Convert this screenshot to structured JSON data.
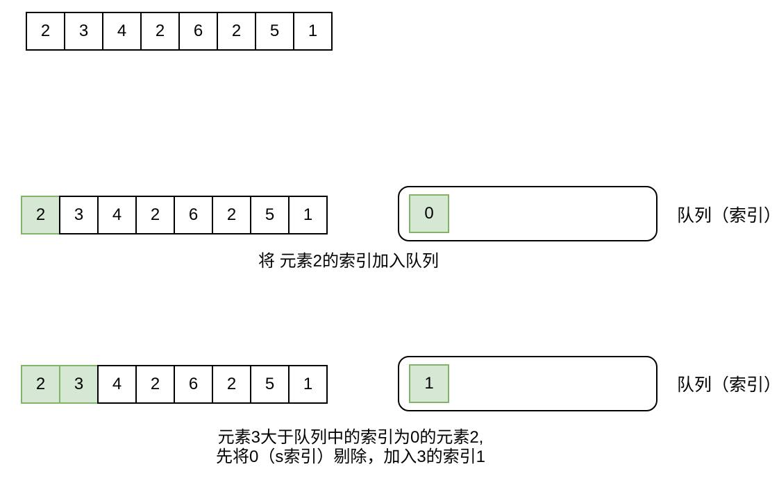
{
  "colors": {
    "background": "#ffffff",
    "cell_fill": "#ffffff",
    "cell_border": "#000000",
    "highlight_fill": "#d5e8d4",
    "highlight_border": "#82b366"
  },
  "arrays": [
    {
      "name": "initial-array",
      "values": [
        "2",
        "3",
        "4",
        "2",
        "6",
        "2",
        "5",
        "1"
      ],
      "highlighted": 0
    },
    {
      "name": "step1-array",
      "values": [
        "2",
        "3",
        "4",
        "2",
        "6",
        "2",
        "5",
        "1"
      ],
      "highlighted": 1
    },
    {
      "name": "step2-array",
      "values": [
        "2",
        "3",
        "4",
        "2",
        "6",
        "2",
        "5",
        "1"
      ],
      "highlighted": 2
    }
  ],
  "steps": [
    {
      "queue_items": [
        "0"
      ],
      "queue_label": "队列（索引）",
      "caption_lines": [
        "将 元素2的索引加入队列"
      ]
    },
    {
      "queue_items": [
        "1"
      ],
      "queue_label": "队列（索引）",
      "caption_lines": [
        "元素3大于队列中的索引为0的元素2,",
        "先将0（s索引）剔除，加入3的索引1"
      ]
    }
  ]
}
